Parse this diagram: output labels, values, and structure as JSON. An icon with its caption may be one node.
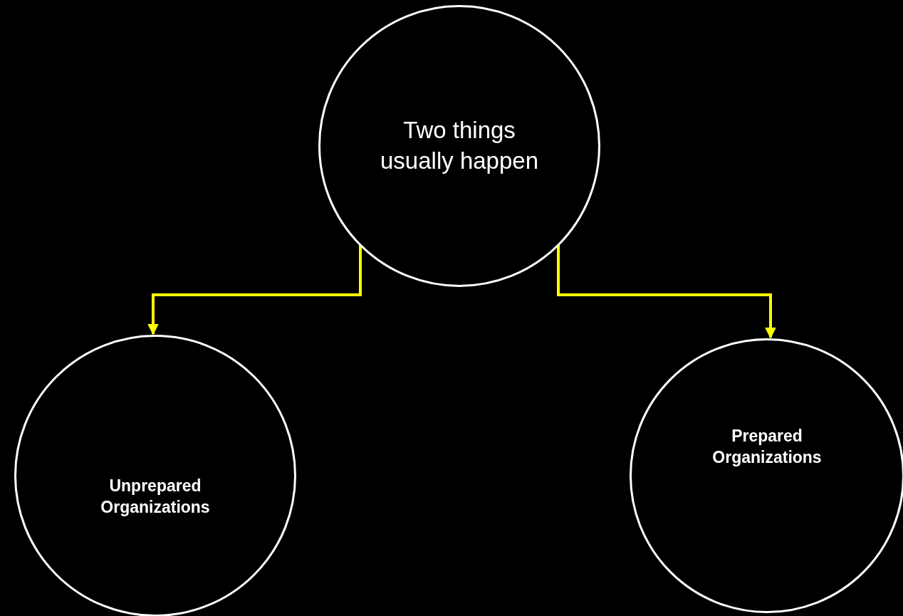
{
  "diagram": {
    "nodes": [
      {
        "text": [
          "Two things usually happen"
        ]
      },
      {
        "text": [
          "Unprepared Organizations"
        ]
      },
      {
        "text": [
          "Prepared Organizations"
        ]
      }
    ],
    "edges": [
      {
        "from": 0,
        "to": 1,
        "arrow": "to"
      },
      {
        "from": 0,
        "to": 2,
        "arrow": "to"
      }
    ]
  }
}
